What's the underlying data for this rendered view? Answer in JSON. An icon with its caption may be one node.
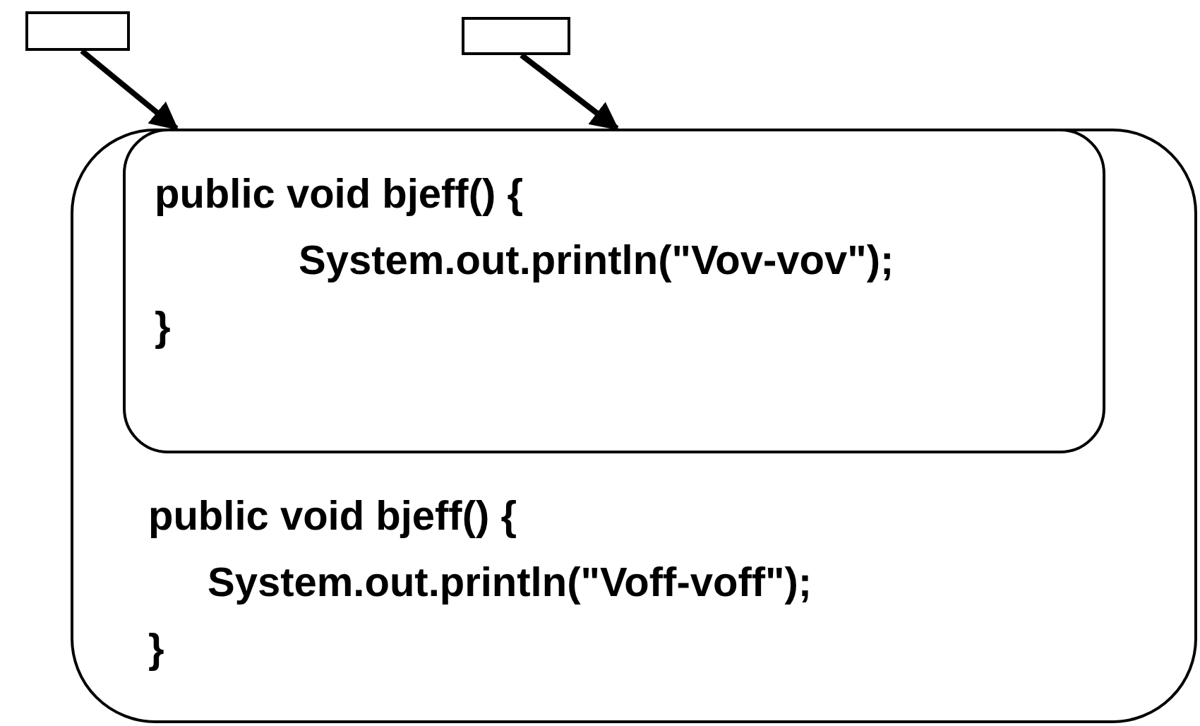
{
  "diagram": {
    "nodes": [
      {
        "text": [],
        "shape": "box"
      },
      {
        "text": [],
        "shape": "box"
      },
      {
        "text": [
          "public void bjeff() {",
          "System.out.println(\"Voff-voff\");",
          "}"
        ]
      },
      {
        "text": [
          "public void bjeff() {",
          "System.out.println(\"Vov-vov\");",
          "}"
        ],
        "in": 2
      }
    ],
    "edges": [
      {
        "from": 0,
        "to": 2,
        "arrow": "to"
      },
      {
        "from": 1,
        "to": 3,
        "arrow": "to"
      }
    ]
  }
}
